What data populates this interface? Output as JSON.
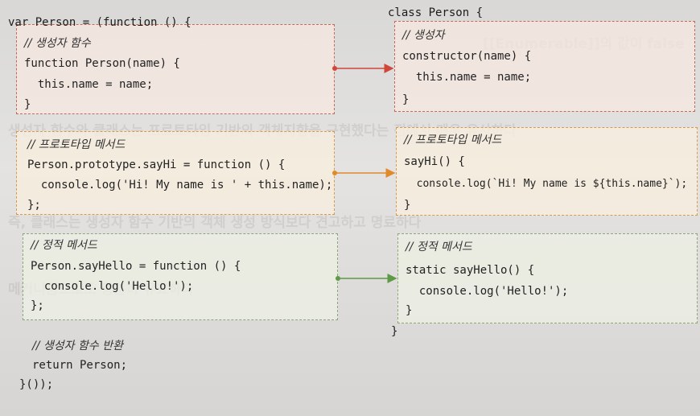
{
  "left": {
    "header": "var Person = (function () {",
    "ctor": {
      "comment": "// 생성자 함수",
      "line1": "function Person(name) {",
      "line2": "  this.name = name;",
      "line3": "}"
    },
    "proto": {
      "comment": "// 프로토타입 메서드",
      "line1": "Person.prototype.sayHi = function () {",
      "line2": "  console.log('Hi! My name is ' + this.name);",
      "line3": "};"
    },
    "static": {
      "comment": "// 정적 메서드",
      "line1": "Person.sayHello = function () {",
      "line2": "  console.log('Hello!');",
      "line3": "};"
    },
    "footer": {
      "comment": "// 생성자 함수 반환",
      "return_line": "return Person;",
      "close": "}());"
    }
  },
  "right": {
    "header": "class Person {",
    "ctor": {
      "comment": "// 생성자",
      "line1": "constructor(name) {",
      "line2": "  this.name = name;",
      "line3": "}"
    },
    "proto": {
      "comment": "// 프로토타입 메서드",
      "line1": "sayHi() {",
      "line2": "  console.log(`Hi! My name is ${this.name}`);",
      "line3": "}"
    },
    "static": {
      "comment": "// 정적 메서드",
      "line1": "static sayHello() {",
      "line2": "  console.log('Hello!');",
      "line3": "}"
    },
    "close": "}"
  },
  "colors": {
    "ctor_arrow": "#d0473a",
    "proto_arrow": "#e08a2c",
    "static_arrow": "#5d9a45"
  }
}
